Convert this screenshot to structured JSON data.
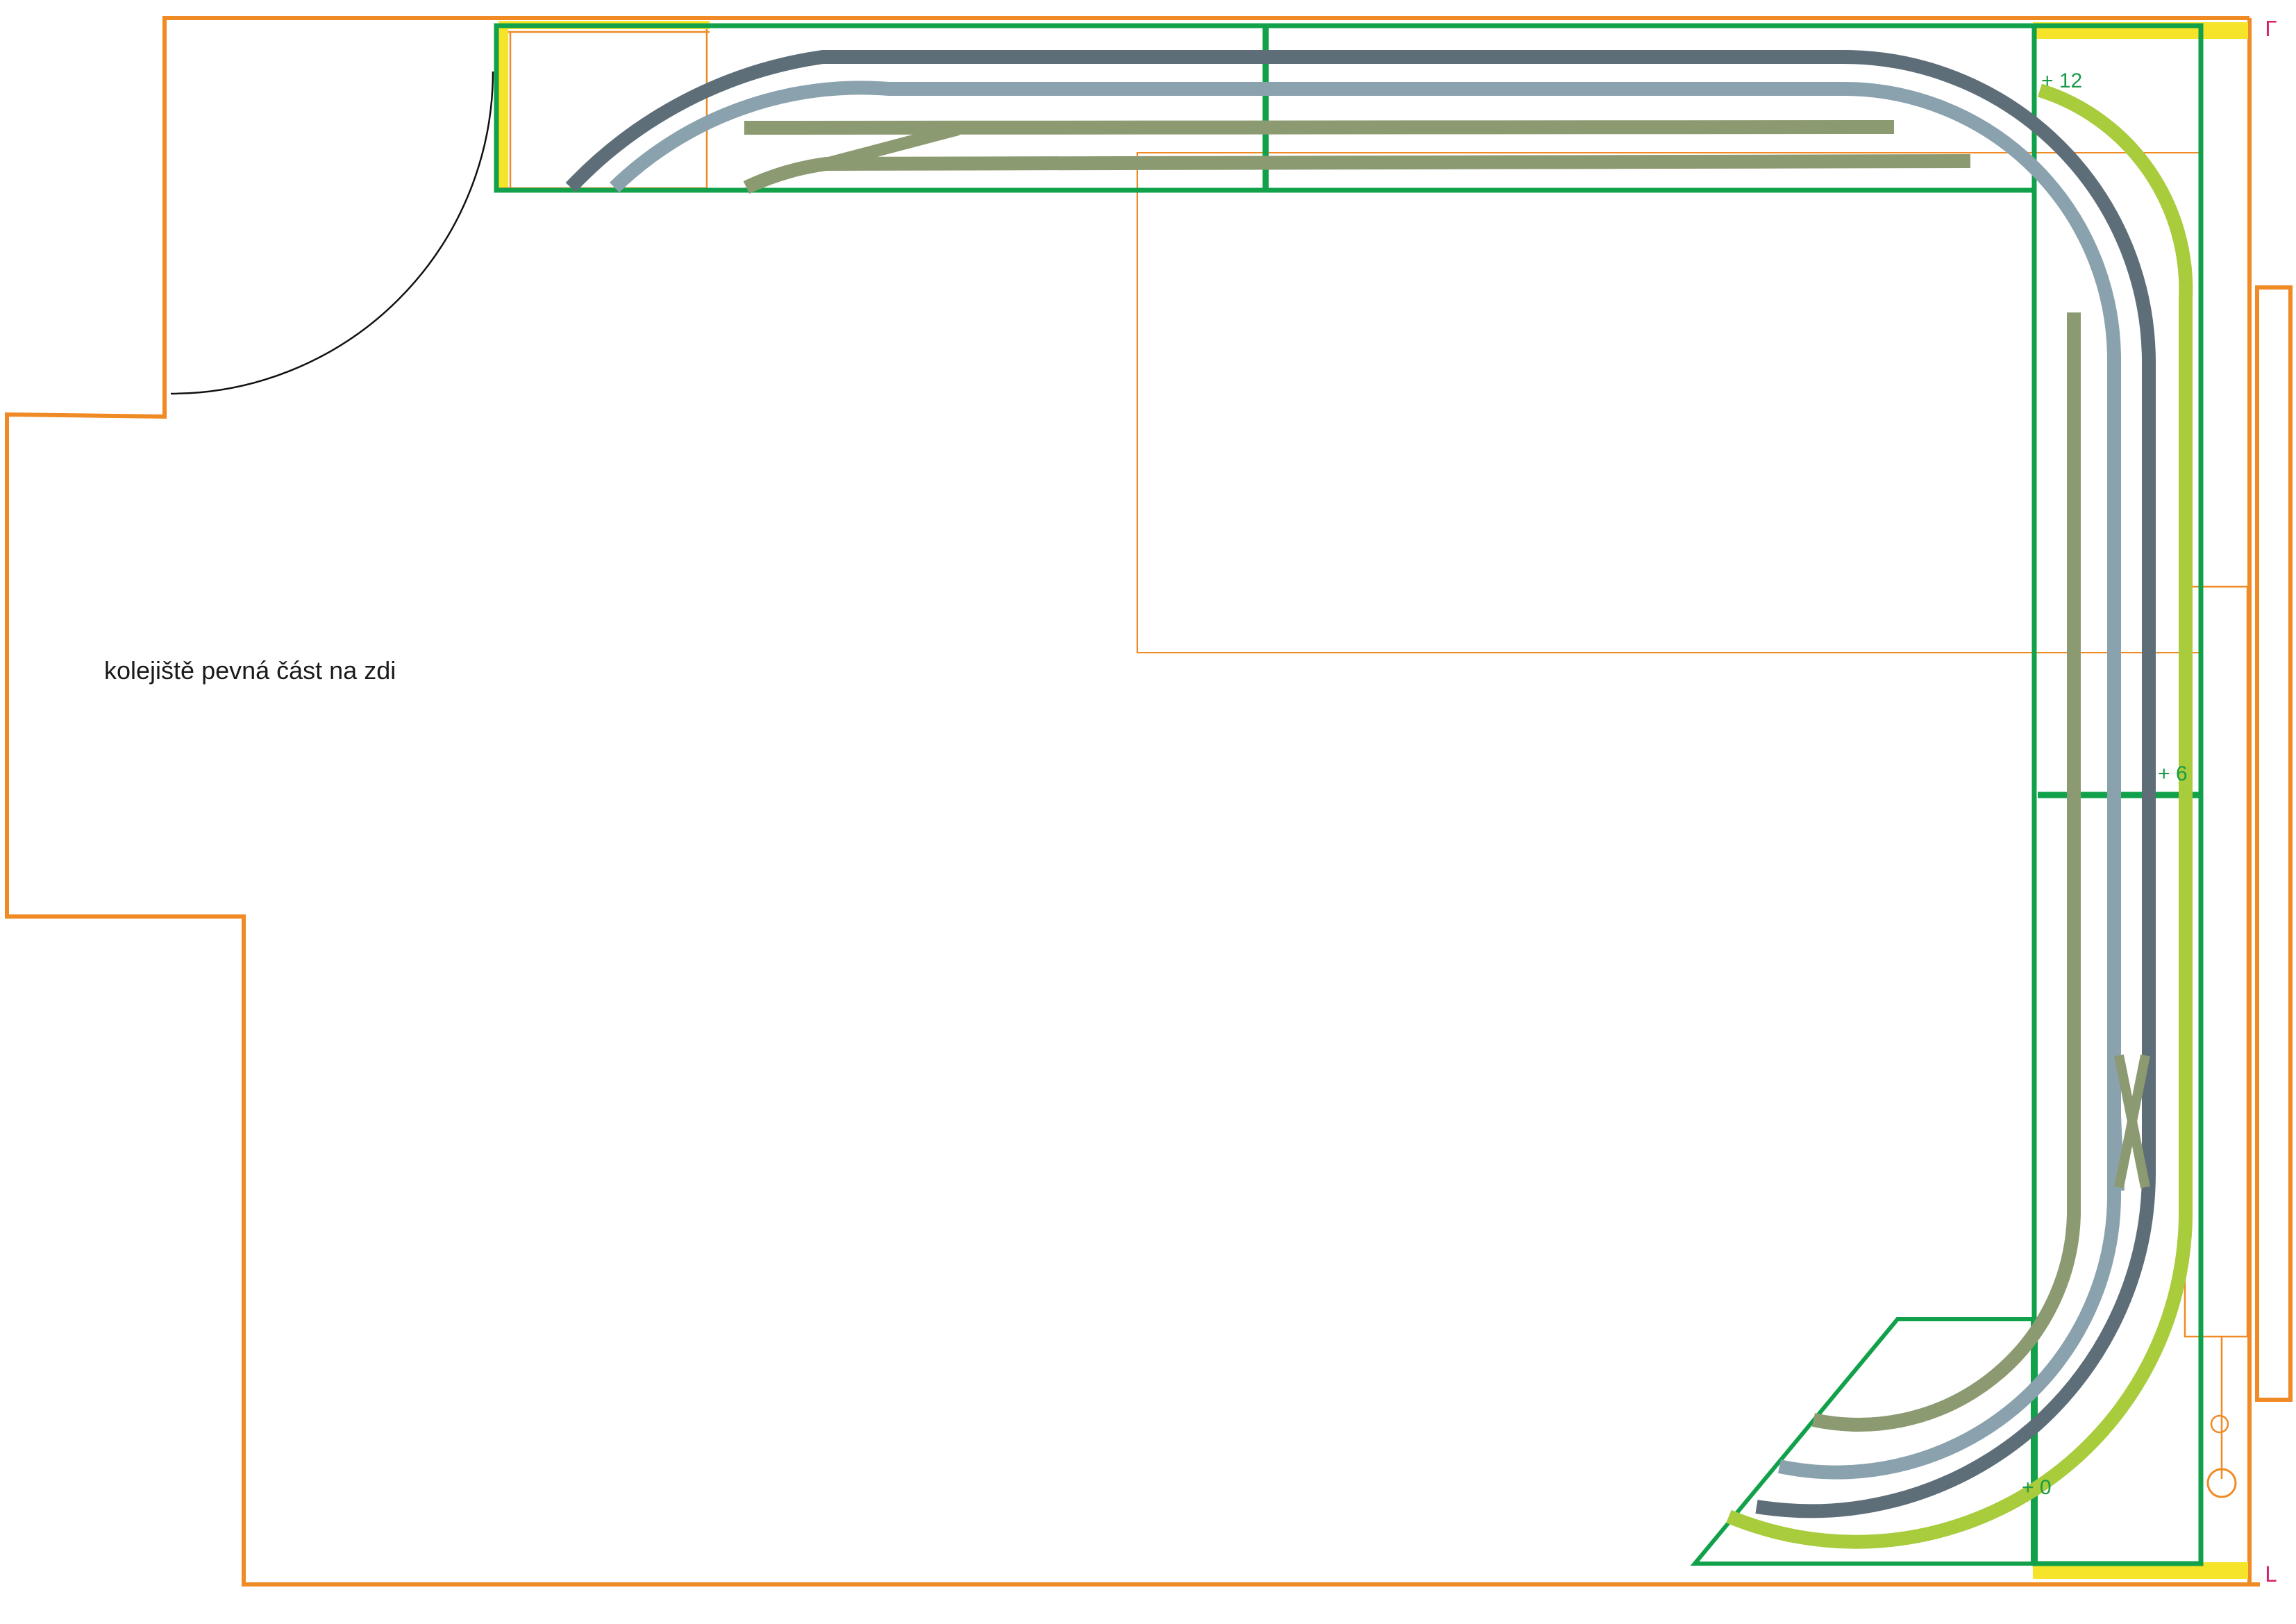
{
  "diagram": {
    "room_label": "kolejiště pevná část na zdi",
    "height_marks": [
      "+ 12",
      "+ 6",
      "+ 0"
    ],
    "corner_marks": [
      "Γ",
      "L"
    ],
    "colors": {
      "wall": "#f08a24",
      "thin_outline": "#f08a24",
      "baseboard": "#12a14b",
      "board_highlight": "#f5e42a",
      "track_dark": "#5e6e78",
      "track_mid": "#8aa2ae",
      "track_olive": "#8c9a72",
      "track_lime": "#a8cc3c",
      "door_swing": "#111111"
    }
  }
}
